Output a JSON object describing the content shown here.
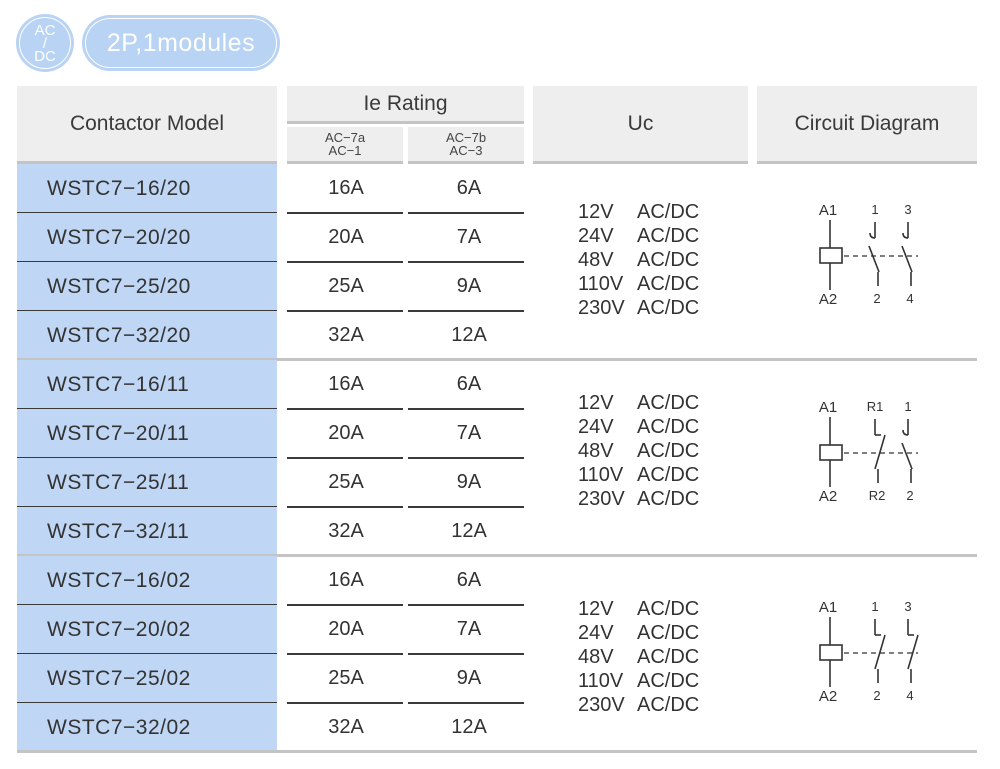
{
  "badges": {
    "acdc": {
      "top": "AC",
      "slash": "/",
      "bottom": "DC"
    },
    "poles": "2P,1modules"
  },
  "header": {
    "model": "Contactor Model",
    "ie_rating": "Ie Rating",
    "ie_sub1_line1": "AC−7a",
    "ie_sub1_line2": "AC−1",
    "ie_sub2_line1": "AC−7b",
    "ie_sub2_line2": "AC−3",
    "uc": "Uc",
    "circuit": "Circuit Diagram"
  },
  "rows": [
    {
      "model": "WSTC7−16/20",
      "ac7a": "16A",
      "ac7b": "6A"
    },
    {
      "model": "WSTC7−20/20",
      "ac7a": "20A",
      "ac7b": "7A"
    },
    {
      "model": "WSTC7−25/20",
      "ac7a": "25A",
      "ac7b": "9A"
    },
    {
      "model": "WSTC7−32/20",
      "ac7a": "32A",
      "ac7b": "12A"
    },
    {
      "model": "WSTC7−16/11",
      "ac7a": "16A",
      "ac7b": "6A"
    },
    {
      "model": "WSTC7−20/11",
      "ac7a": "20A",
      "ac7b": "7A"
    },
    {
      "model": "WSTC7−25/11",
      "ac7a": "25A",
      "ac7b": "9A"
    },
    {
      "model": "WSTC7−32/11",
      "ac7a": "32A",
      "ac7b": "12A"
    },
    {
      "model": "WSTC7−16/02",
      "ac7a": "16A",
      "ac7b": "6A"
    },
    {
      "model": "WSTC7−20/02",
      "ac7a": "20A",
      "ac7b": "7A"
    },
    {
      "model": "WSTC7−25/02",
      "ac7a": "25A",
      "ac7b": "9A"
    },
    {
      "model": "WSTC7−32/02",
      "ac7a": "32A",
      "ac7b": "12A"
    }
  ],
  "uc_groups": [
    [
      {
        "v": "12V",
        "t": "AC/DC"
      },
      {
        "v": "24V",
        "t": "AC/DC"
      },
      {
        "v": "48V",
        "t": "AC/DC"
      },
      {
        "v": "110V",
        "t": "AC/DC"
      },
      {
        "v": "230V",
        "t": "AC/DC"
      }
    ],
    [
      {
        "v": "12V",
        "t": "AC/DC"
      },
      {
        "v": "24V",
        "t": "AC/DC"
      },
      {
        "v": "48V",
        "t": "AC/DC"
      },
      {
        "v": "110V",
        "t": "AC/DC"
      },
      {
        "v": "230V",
        "t": "AC/DC"
      }
    ],
    [
      {
        "v": "12V",
        "t": "AC/DC"
      },
      {
        "v": "24V",
        "t": "AC/DC"
      },
      {
        "v": "48V",
        "t": "AC/DC"
      },
      {
        "v": "110V",
        "t": "AC/DC"
      },
      {
        "v": "230V",
        "t": "AC/DC"
      }
    ]
  ],
  "diagrams": [
    {
      "coil_top": "A1",
      "coil_bottom": "A2",
      "c1_top": "1",
      "c1_bottom": "2",
      "c2_top": "3",
      "c2_bottom": "4",
      "c1_type": "NO",
      "c2_type": "NO"
    },
    {
      "coil_top": "A1",
      "coil_bottom": "A2",
      "c1_top": "R1",
      "c1_bottom": "R2",
      "c2_top": "1",
      "c2_bottom": "2",
      "c1_type": "NC",
      "c2_type": "NO"
    },
    {
      "coil_top": "A1",
      "coil_bottom": "A2",
      "c1_top": "1",
      "c1_bottom": "2",
      "c2_top": "3",
      "c2_bottom": "4",
      "c1_type": "NC",
      "c2_type": "NC"
    }
  ]
}
